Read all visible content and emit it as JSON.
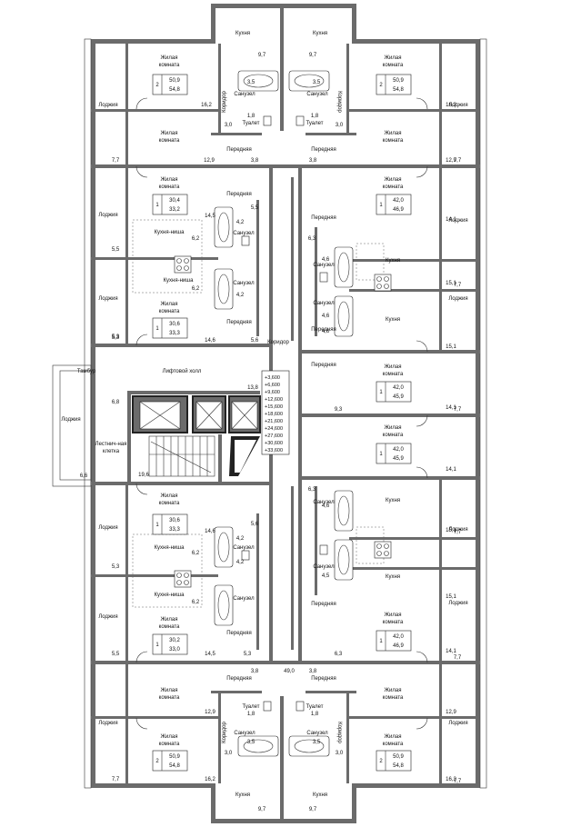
{
  "colors": {
    "wall": "#6b6b6b",
    "line": "#333333",
    "background": "#ffffff"
  },
  "rooms": {
    "kitchen": "Кухня",
    "living_l1": "Жилая",
    "living_l2": "комната",
    "loggia": "Лоджия",
    "corridor": "Коридор",
    "hall": "Передняя",
    "bathroom": "Санузел",
    "toilet": "Туалет",
    "kitchen_niche": "Кухня-ниша",
    "vestibule": "Тамбур",
    "lift_hall": "Лифтовой холл",
    "stair_l1": "Лестнич-ная",
    "stair_l2": "клетка"
  },
  "apartments": [
    {
      "rooms": "2",
      "area_living": "50,9",
      "area_total": "54,8"
    },
    {
      "rooms": "2",
      "area_living": "50,9",
      "area_total": "54,8"
    },
    {
      "rooms": "1",
      "area_living": "30,4",
      "area_total": "33,2"
    },
    {
      "rooms": "1",
      "area_living": "42,0",
      "area_total": "46,9"
    },
    {
      "rooms": "1",
      "area_living": "30,6",
      "area_total": "33,3"
    },
    {
      "rooms": "1",
      "area_living": "42,0",
      "area_total": "45,9"
    },
    {
      "rooms": "1",
      "area_living": "42,0",
      "area_total": "45,9"
    },
    {
      "rooms": "1",
      "area_living": "30,6",
      "area_total": "33,3"
    },
    {
      "rooms": "1",
      "area_living": "42,0",
      "area_total": "46,9"
    },
    {
      "rooms": "1",
      "area_living": "30,2",
      "area_total": "33,0"
    },
    {
      "rooms": "2",
      "area_living": "50,9",
      "area_total": "54,8"
    },
    {
      "rooms": "2",
      "area_living": "50,9",
      "area_total": "54,8"
    }
  ],
  "areas": {
    "a01": "9,7",
    "a02": "9,7",
    "a03": "3,5",
    "a04": "3,5",
    "a05": "16,2",
    "a06": "16,2",
    "a07": "1,8",
    "a08": "1,8",
    "a09": "3,0",
    "a10": "3,0",
    "a11": "7,7",
    "a12": "7,7",
    "a13": "12,9",
    "a14": "12,9",
    "a15": "3,8",
    "a16": "3,8",
    "a17": "5,5",
    "a18": "4,2",
    "a19": "14,5",
    "a20": "6,2",
    "a21": "5,5",
    "a22": "14,1",
    "a23": "6,3",
    "a24": "4,6",
    "a25": "6,2",
    "a26": "4,2",
    "a27": "5,3",
    "a28": "15,1",
    "a29": "7,7",
    "a30": "4,6",
    "a31": "14,6",
    "a32": "5,6",
    "a33": "5,3",
    "a34": "15,1",
    "a35": "13,8",
    "a36": "6,8",
    "a37": "9,3",
    "a38": "14,1",
    "a39": "7,7",
    "a40": "19,6",
    "a41": "6,6",
    "a42": "14,1",
    "a43": "6,3",
    "a44": "4,6",
    "a45": "5,6",
    "a46": "14,6",
    "a47": "15,1",
    "a48": "7,7",
    "a49": "5,3",
    "a50": "4,2",
    "a51": "4,5",
    "a52": "6,2",
    "a53": "4,2",
    "a54": "15,1",
    "a55": "5,5",
    "a56": "14,5",
    "a57": "5,3",
    "a58": "6,3",
    "a59": "14,1",
    "a60": "7,7",
    "a61": "3,8",
    "a62": "49,0",
    "a63": "3,8",
    "a64": "12,9",
    "a65": "12,9",
    "a66": "1,8",
    "a67": "1,8",
    "a68": "3,0",
    "a69": "3,0",
    "a70": "7,7",
    "a71": "16,2",
    "a72": "16,2",
    "a73": "7,7",
    "a74": "3,5",
    "a75": "3,5",
    "a76": "9,7",
    "a77": "9,7",
    "a78": "6,2",
    "a79": "4,6"
  },
  "levels": [
    "+3,600",
    "+6,600",
    "+9,600",
    "+12,600",
    "+15,600",
    "+18,600",
    "+21,600",
    "+24,600",
    "+27,600",
    "+30,600",
    "+33,600"
  ]
}
